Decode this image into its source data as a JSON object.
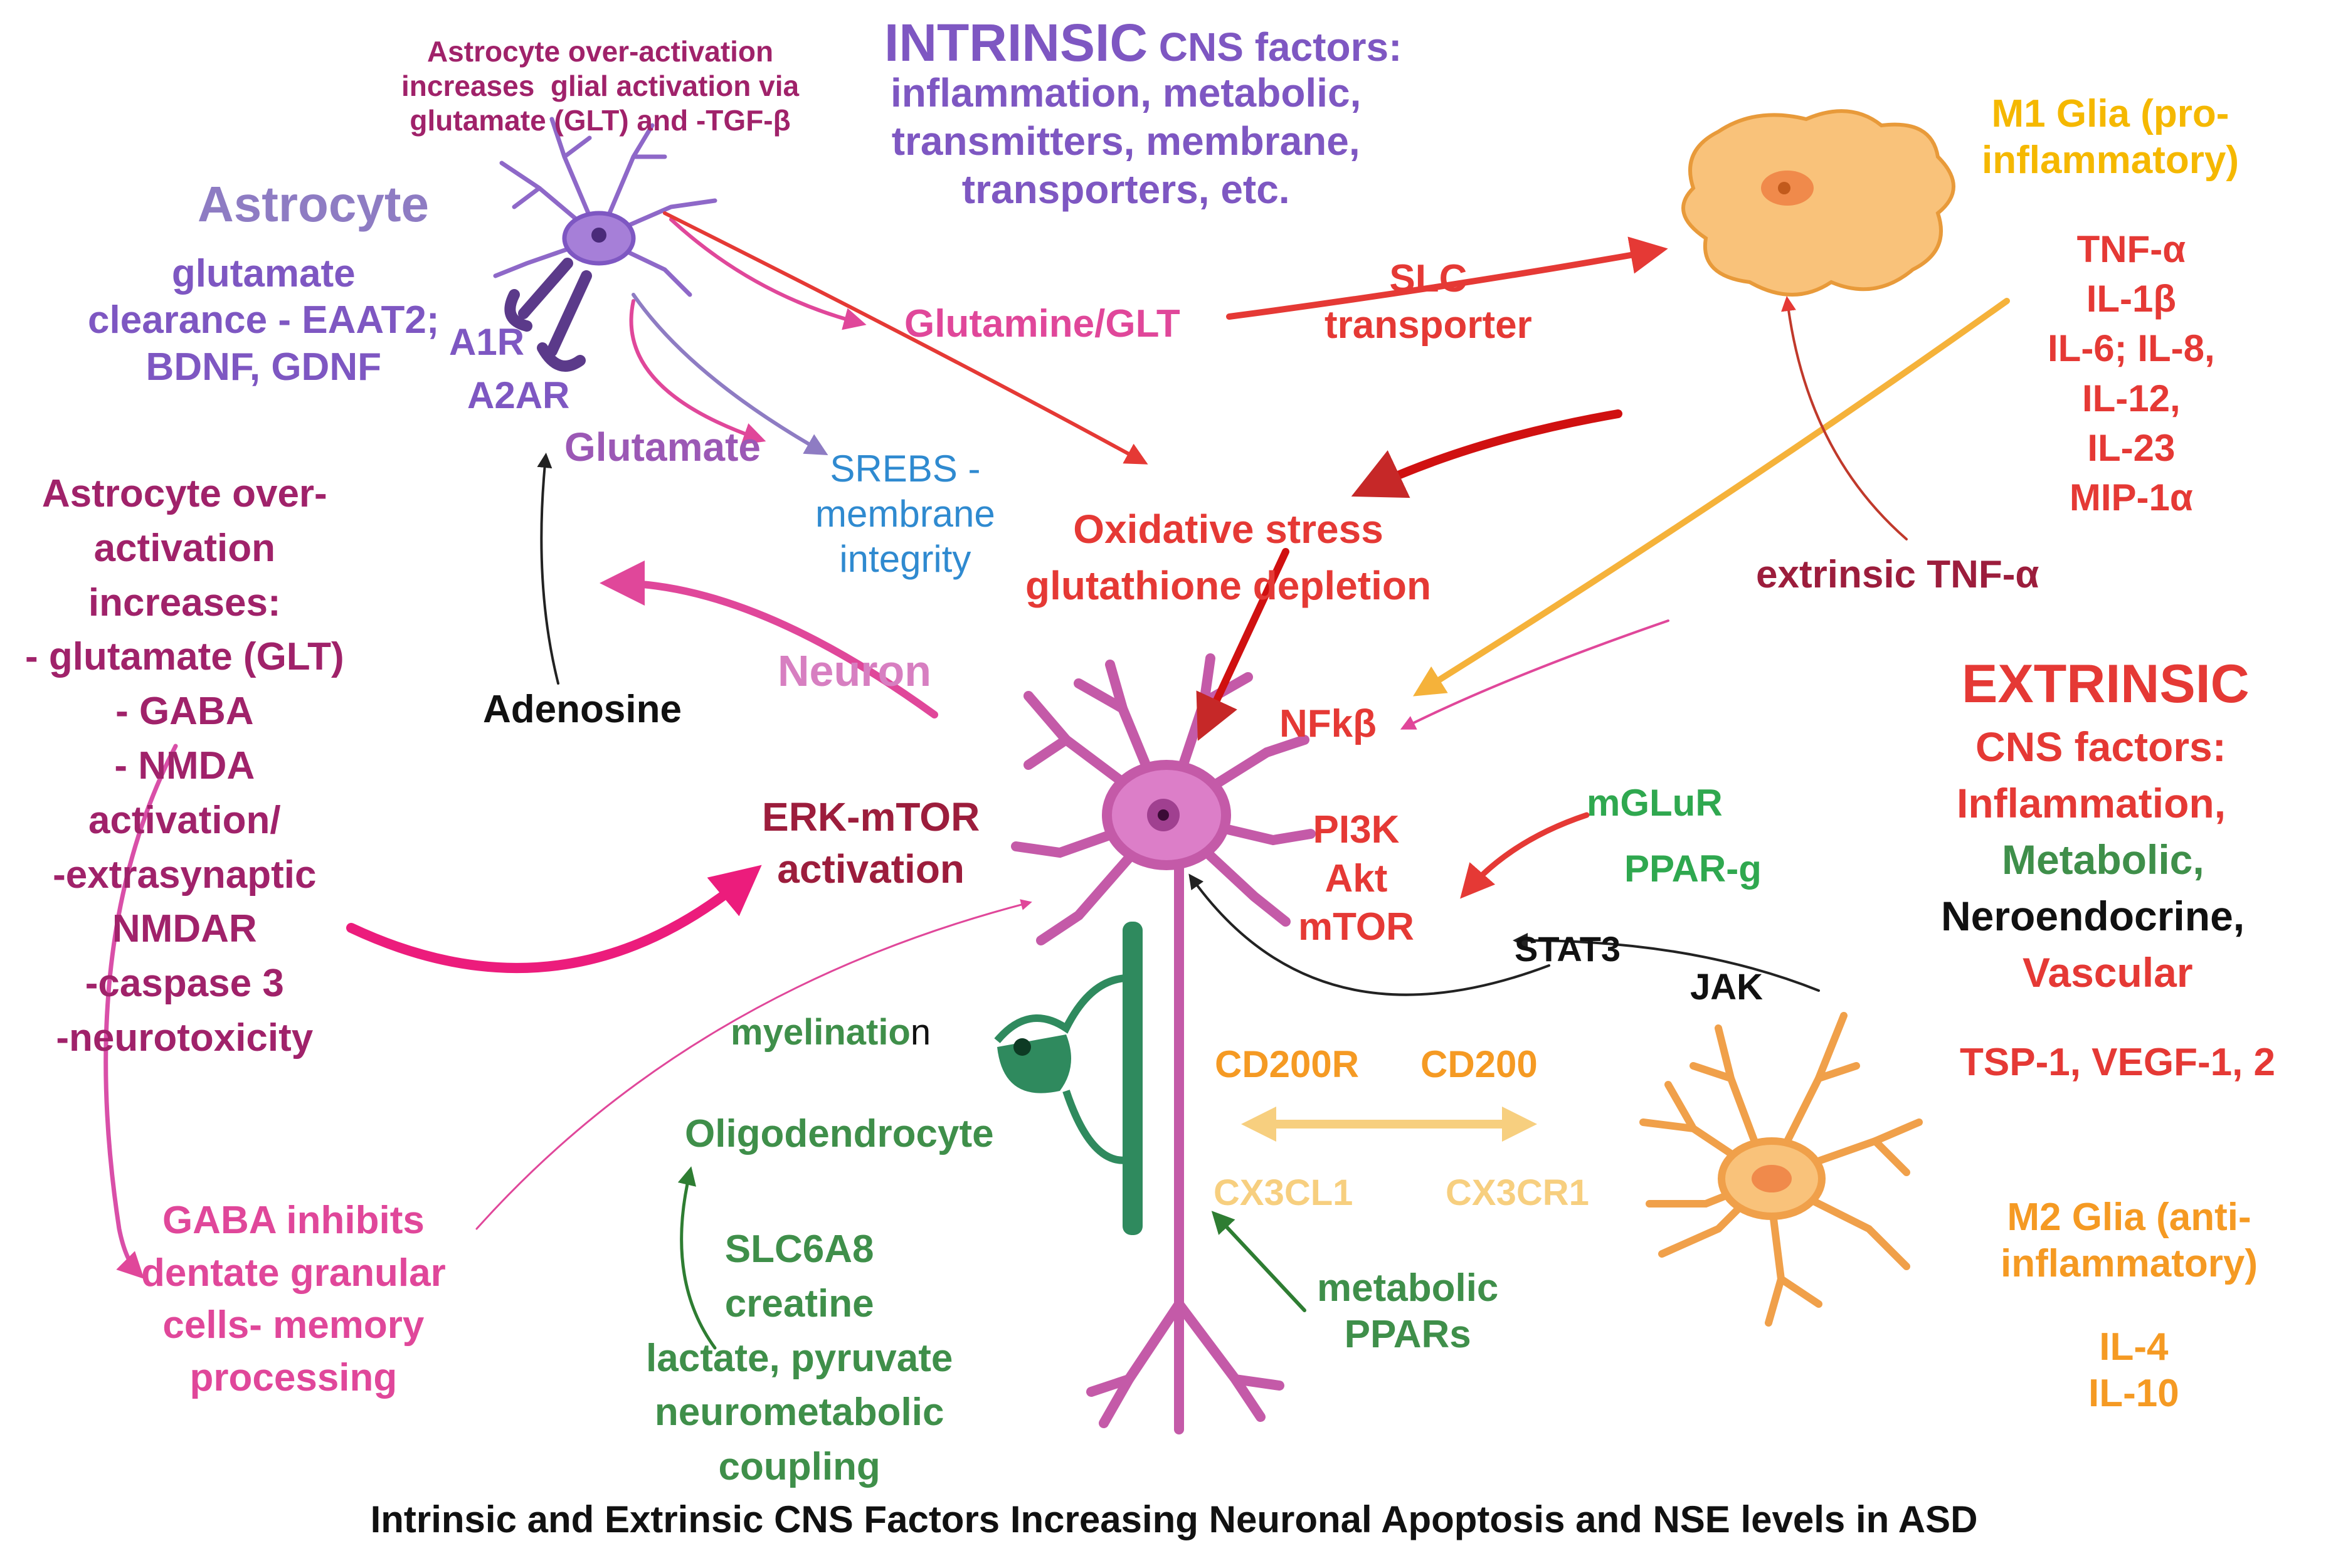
{
  "colors": {
    "purple": "#7e57c2",
    "lavender": "#8e7cc3",
    "magenta": "#a0226a",
    "pink": "#e0479a",
    "lightpink": "#d77fc1",
    "red": "#e53935",
    "darkred": "#9c1d3c",
    "orange": "#f59a23",
    "yellow": "#f5b800",
    "green": "#3f8f4a",
    "brightgreen": "#2fa84f",
    "blue": "#2f8ad0",
    "black": "#111111",
    "peach": "#f7cf7f"
  },
  "labels": {
    "astro_note": "Astrocyte over-activation\nincreases  glial activation via\nglutamate (GLT) and -TGF-β",
    "intrinsic_head": "INTRINSIC",
    "intrinsic_rest": " CNS factors:",
    "intrinsic_body": "inflammation, metabolic,\ntransmitters, membrane,\ntransporters, etc.",
    "m1_glia": "M1 Glia (pro-\ninflammatory)",
    "astrocyte": "Astrocyte",
    "astro_functions": "glutamate\nclearance - EAAT2;\nBDNF, GDNF",
    "a1r": "A1R",
    "a2ar": "A2AR",
    "glutamate": "Glutamate",
    "glutamine": "Glutamine/GLT",
    "slc": "SLC\ntransporter",
    "cytokines_m1": "TNF-α\nIL-1β\nIL-6; IL-8,\nIL-12,\nIL-23\nMIP-1α",
    "astro_over": "Astrocyte over-\nactivation\nincreases:\n- glutamate (GLT)\n- GABA\n- NMDA\nactivation/\n-extrasynaptic\nNMDAR\n-caspase 3\n-neurotoxicity",
    "srebs": "SREBS -\nmembrane\nintegrity",
    "oxidative": "Oxidative stress\nglutathione depletion",
    "extrinsic_tnf": "extrinsic TNF-α",
    "neuron": "Neuron",
    "adenosine": "Adenosine",
    "nfkb": "NFkβ",
    "extrinsic_head": "EXTRINSIC",
    "cns_factors": "CNS factors:",
    "inflammation": "Inflammation,",
    "metabolic_word": "Metabolic,",
    "neuroendocrine": "Neroendocrine,",
    "vascular": "Vascular",
    "erk": "ERK-mTOR\nactivation",
    "pi3k": "PI3K\nAkt\nmTOR",
    "mglur": "mGLuR",
    "pparg": "PPAR-g",
    "stat3": "STAT3",
    "jak": "JAK",
    "tsp": "TSP-1, VEGF-1, 2",
    "myelination_a": "myelinatio",
    "myelination_b": "n",
    "cd200r": "CD200R",
    "cd200": "CD200",
    "oligo": "Oligodendrocyte",
    "cx3cl1": "CX3CL1",
    "cx3cr1": "CX3CR1",
    "gaba": "GABA inhibits\ndentate granular\ncells- memory\nprocessing",
    "slc6a8": "SLC6A8\ncreatine\nlactate, pyruvate\nneurometabolic\ncoupling",
    "metabolic_ppars": "metabolic\nPPARs",
    "m2_glia": "M2 Glia (anti-\ninflammatory)",
    "cytokines_m2": "IL-4\nIL-10",
    "caption": "Intrinsic and Extrinsic CNS Factors Increasing Neuronal Apoptosis and NSE levels in ASD"
  }
}
